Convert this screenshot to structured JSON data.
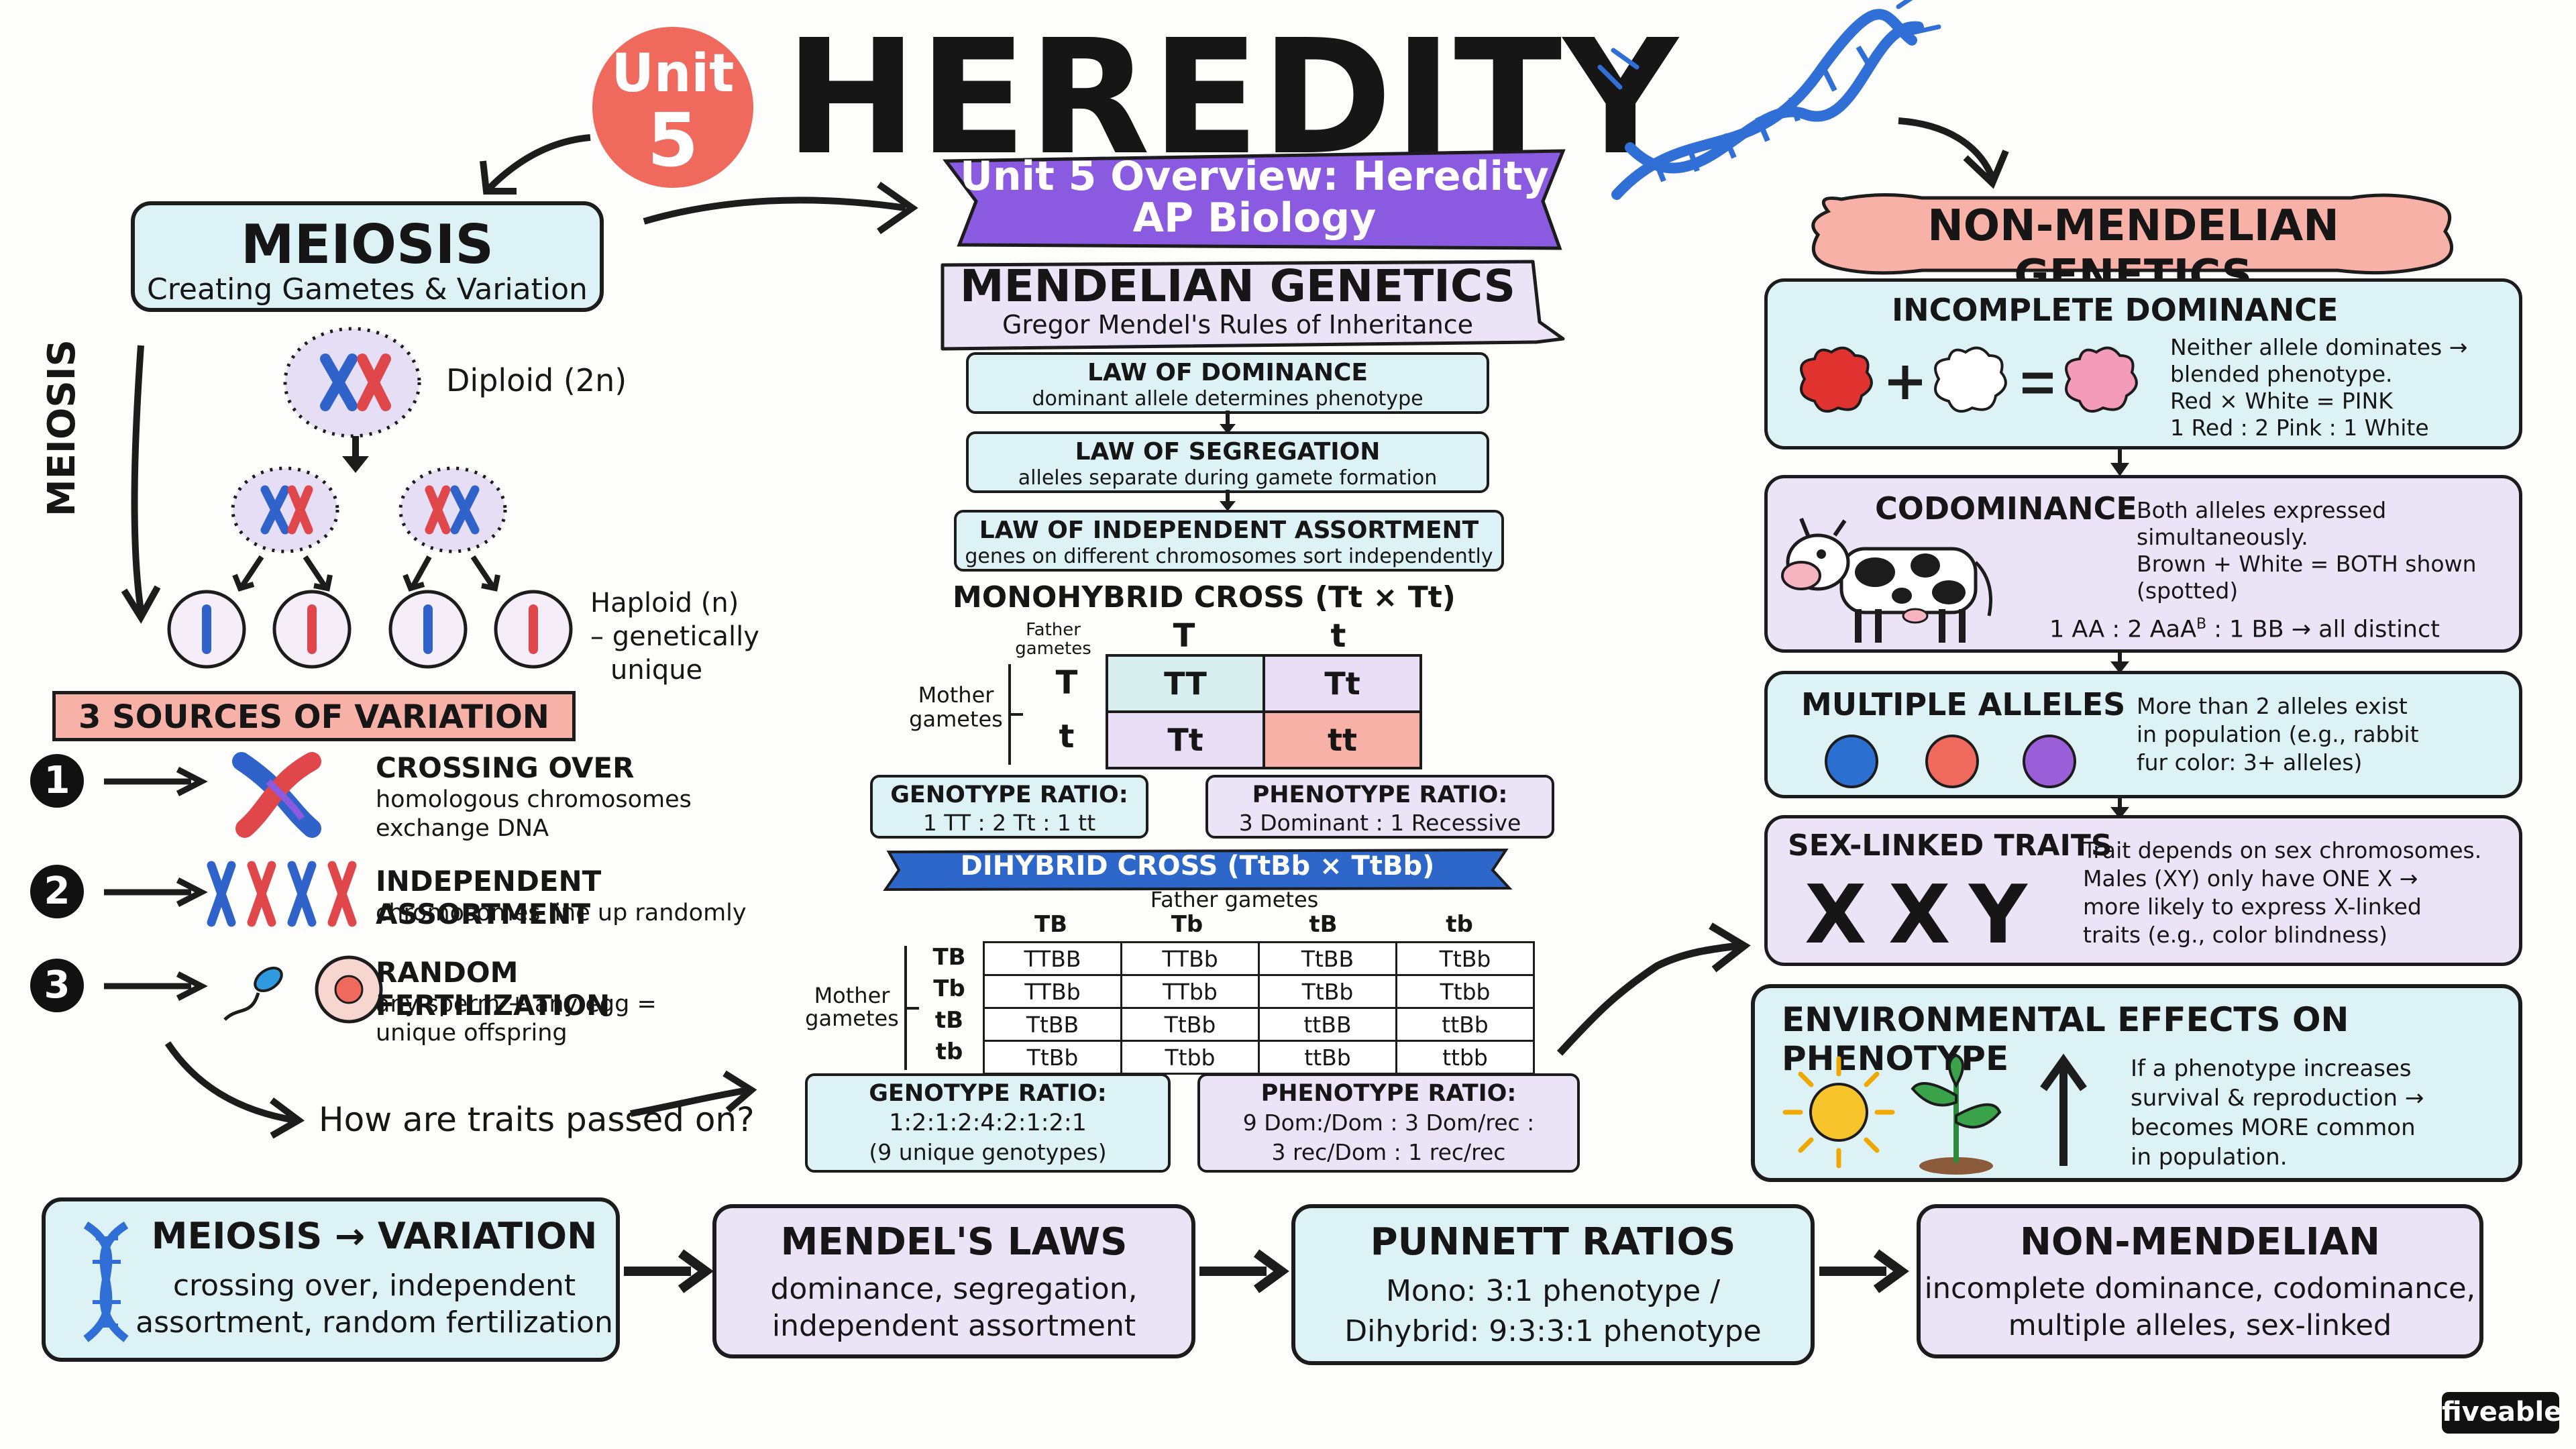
{
  "header": {
    "unit_label": "Unit",
    "unit_number": "5",
    "title": "HEREDITY",
    "banner_line1": "Unit 5 Overview: Heredity",
    "banner_line2": "AP Biology"
  },
  "meiosis": {
    "title": "MEIOSIS",
    "subtitle": "Creating Gametes & Variation",
    "side_label": "MEIOSIS",
    "diploid_label": "Diploid (2n)",
    "haploid_label_line1": "Haploid (n)",
    "haploid_label_line2": "– genetically",
    "haploid_label_line3": "unique",
    "sources_title": "3 SOURCES OF VARIATION",
    "sources": [
      {
        "num": "1",
        "title": "CROSSING OVER",
        "desc1": "homologous chromosomes",
        "desc2": "exchange DNA"
      },
      {
        "num": "2",
        "title": "INDEPENDENT ASSORTMENT",
        "desc1": "chromosomes line up randomly",
        "desc2": ""
      },
      {
        "num": "3",
        "title": "RANDOM FERTILIZATION",
        "desc1": "any sperm + any egg =",
        "desc2": "unique offspring"
      }
    ],
    "question": "How are traits passed on?"
  },
  "mendelian": {
    "title": "MENDELIAN GENETICS",
    "subtitle": "Gregor Mendel's Rules of Inheritance",
    "laws": [
      {
        "title": "LAW OF DOMINANCE",
        "desc": "dominant allele determines phenotype"
      },
      {
        "title": "LAW OF SEGREGATION",
        "desc": "alleles separate during gamete formation"
      },
      {
        "title": "LAW OF INDEPENDENT ASSORTMENT",
        "desc": "genes on different chromosomes sort independently"
      }
    ],
    "mono_title": "MONOHYBRID CROSS (Tt × Tt)",
    "father_gametes": "Father gametes",
    "mother_gametes": "Mother gametes",
    "mono_cols": [
      "T",
      "t"
    ],
    "mono_rows": [
      "T",
      "t"
    ],
    "mono_cells": [
      [
        "TT",
        "Tt"
      ],
      [
        "Tt",
        "tt"
      ]
    ],
    "mono_geno_title": "GENOTYPE RATIO:",
    "mono_geno_value": "1 TT : 2 Tt : 1 tt",
    "mono_pheno_title": "PHENOTYPE RATIO:",
    "mono_pheno_value": "3 Dominant : 1 Recessive",
    "di_title": "DIHYBRID CROSS (TtBb × TtBb)",
    "di_father": "Father gametes",
    "di_mother": "Mother gametes",
    "di_cols": [
      "TB",
      "Tb",
      "tB",
      "tb"
    ],
    "di_rows": [
      "TB",
      "Tb",
      "tB",
      "tb"
    ],
    "di_cells": [
      [
        "TTBB",
        "TTBb",
        "TtBB",
        "TtBb"
      ],
      [
        "TTBb",
        "TTbb",
        "TtBb",
        "Ttbb"
      ],
      [
        "TtBB",
        "TtBb",
        "ttBB",
        "ttBb"
      ],
      [
        "TtBb",
        "Ttbb",
        "ttBb",
        "ttbb"
      ]
    ],
    "di_geno_title": "GENOTYPE RATIO:",
    "di_geno_value": "1:2:1:2:4:2:1:2:1",
    "di_geno_note": "(9 unique genotypes)",
    "di_pheno_title": "PHENOTYPE RATIO:",
    "di_pheno_line1": "9 Dom:/Dom : 3 Dom/rec :",
    "di_pheno_line2": "3 rec/Dom : 1 rec/rec"
  },
  "non_mendelian": {
    "title": "NON-MENDELIAN GENETICS",
    "incomplete": {
      "title": "INCOMPLETE DOMINANCE",
      "lines": [
        "Neither allele dominates →",
        "blended phenotype.",
        "Red × White = PINK",
        "1 Red : 2 Pink : 1 White"
      ]
    },
    "codominance": {
      "title": "CODOMINANCE",
      "lines": [
        "Both alleles expressed",
        "simultaneously.",
        "Brown + White = BOTH shown",
        "(spotted)"
      ],
      "ratio": "1 AA : 2 AaA",
      "ratio_sup": "B",
      "ratio_end": " : 1 BB → all distinct"
    },
    "multiple": {
      "title": "MULTIPLE ALLELES",
      "lines": [
        "More than 2 alleles exist",
        "in population (e.g., rabbit",
        "fur color: 3+ alleles)"
      ]
    },
    "sexlinked": {
      "title": "SEX-LINKED TRAITS",
      "lines": [
        "Trait depends on sex chromosomes.",
        "Males (XY) only have ONE X →",
        "more likely to express X-linked",
        "traits (e.g., color blindness)"
      ],
      "chromosomes": [
        "X",
        "X",
        "Y"
      ]
    },
    "environment": {
      "title": "ENVIRONMENTAL EFFECTS ON PHENOTYPE",
      "lines": [
        "If a phenotype increases",
        "survival & reproduction →",
        "becomes MORE common",
        "in population."
      ]
    }
  },
  "summary": [
    {
      "title": "MEIOSIS → VARIATION",
      "line1": "crossing over, independent",
      "line2": "assortment, random fertilization"
    },
    {
      "title": "MENDEL'S LAWS",
      "line1": "dominance, segregation,",
      "line2": "independent assortment"
    },
    {
      "title": "PUNNETT RATIOS",
      "line1": "Mono: 3:1 phenotype /",
      "line2": "Dihybrid: 9:3:3:1 phenotype"
    },
    {
      "title": "NON-MENDELIAN",
      "line1": "incomplete dominance, codominance,",
      "line2": "multiple alleles, sex-linked"
    }
  ],
  "brand": "fiveable",
  "colors": {
    "blue_box": "#ddf2f4",
    "purple_box": "#ebe4f6",
    "salmon": "#f8b1a6",
    "banner_purple": "#8a5be0",
    "dna_blue": "#2f6fd6",
    "chrom_red": "#e0474b",
    "chrom_blue": "#2f63c9"
  }
}
